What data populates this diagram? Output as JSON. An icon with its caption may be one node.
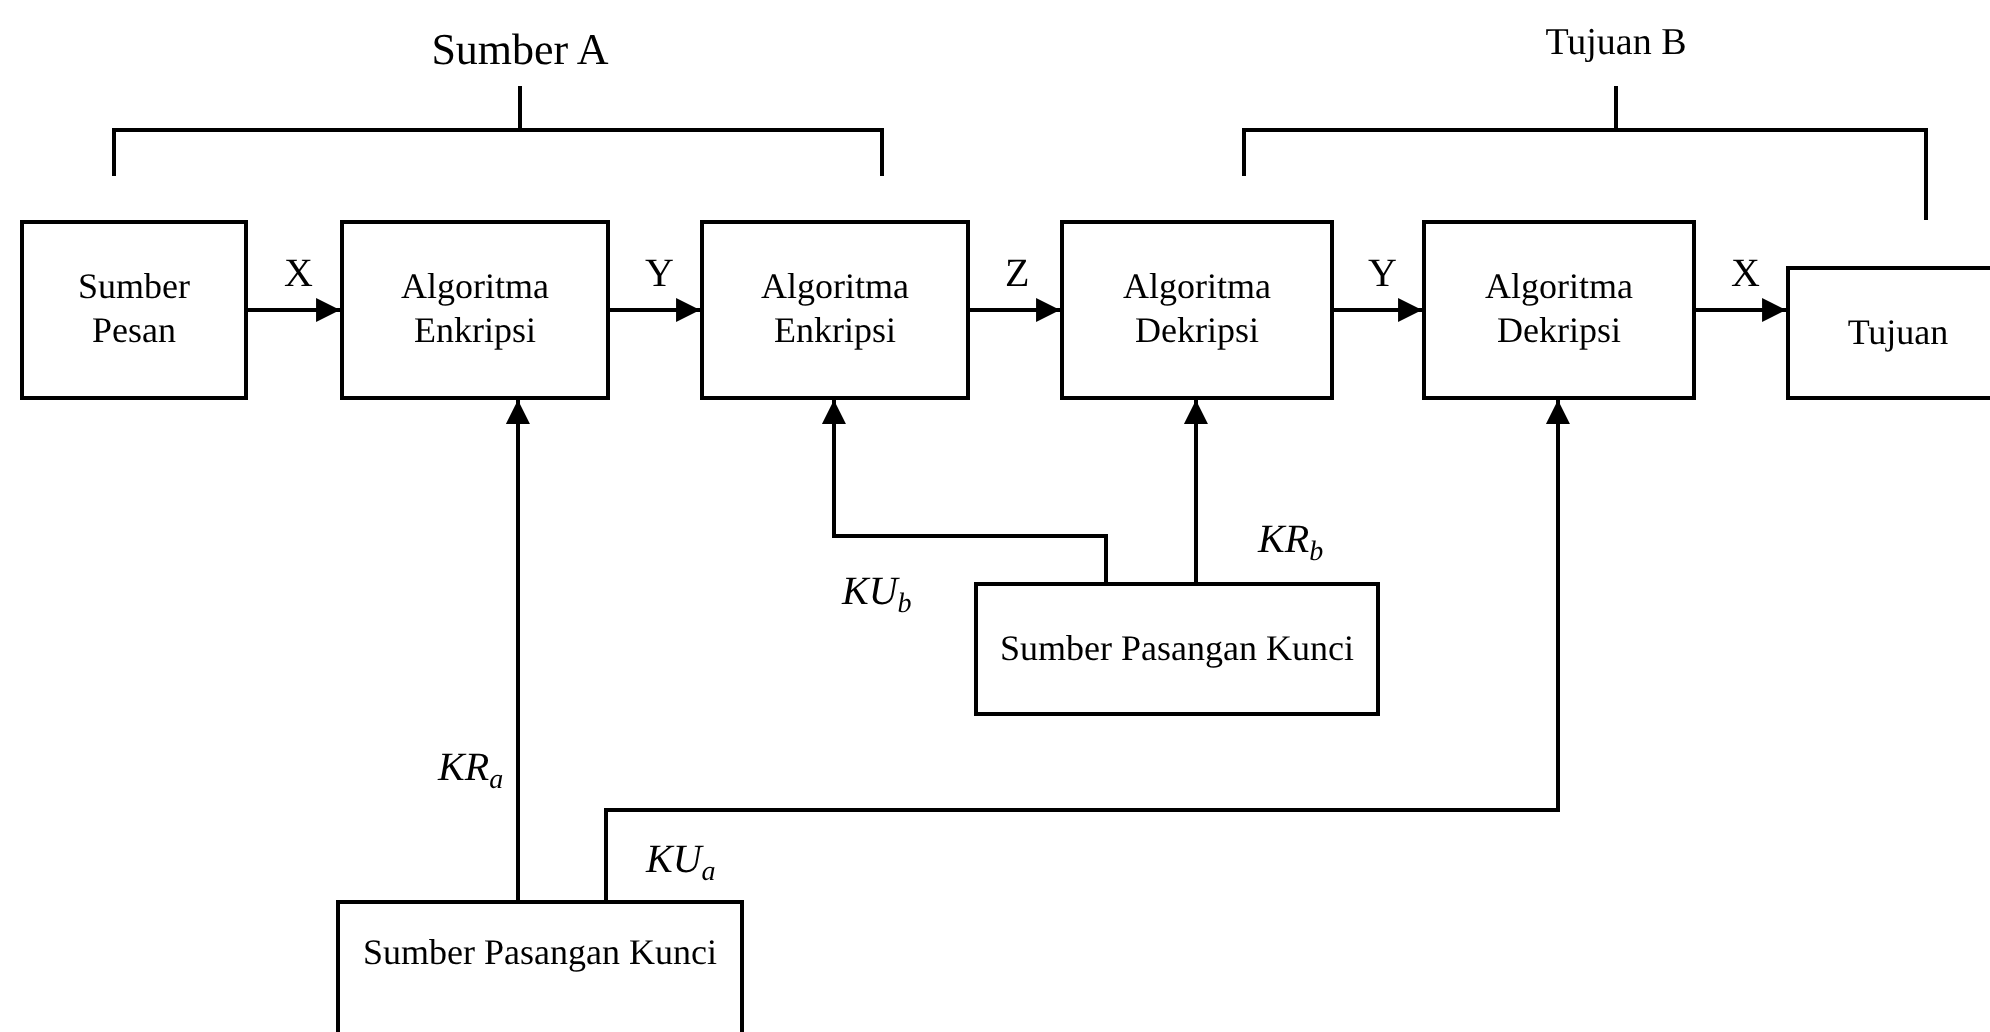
{
  "diagram": {
    "nodes": [
      {
        "text": [
          "Sumber Pesan"
        ]
      },
      {
        "text": [
          "Algoritma Enkripsi"
        ]
      },
      {
        "text": [
          "Algoritma Enkripsi"
        ]
      },
      {
        "text": [
          "Algoritma Dekripsi"
        ]
      },
      {
        "text": [
          "Algoritma Dekripsi"
        ]
      },
      {
        "text": [
          "Tujuan"
        ]
      },
      {
        "text": [
          "Sumber Pasangan Kunci"
        ]
      },
      {
        "text": [
          "Sumber Pasangan Kunci"
        ]
      }
    ],
    "edges": [
      {
        "from": 0,
        "to": 1,
        "arrow": "to",
        "label": "X"
      },
      {
        "from": 1,
        "to": 2,
        "arrow": "to",
        "label": "Y"
      },
      {
        "from": 2,
        "to": 3,
        "arrow": "to",
        "label": "Z"
      },
      {
        "from": 3,
        "to": 4,
        "arrow": "to",
        "label": "Y"
      },
      {
        "from": 4,
        "to": 5,
        "arrow": "to",
        "label": "X"
      },
      {
        "from": 6,
        "to": 2,
        "arrow": "to",
        "label": "KU$_{b}$"
      },
      {
        "from": 6,
        "to": 3,
        "arrow": "to",
        "label": "KR$_{b}$"
      },
      {
        "from": 7,
        "to": 1,
        "arrow": "to",
        "label": "KR$_{a}$"
      },
      {
        "from": 7,
        "to": 4,
        "arrow": "to",
        "label": "KU$_{a}$"
      }
    ],
    "labels": [
      "Sumber A",
      "Tujuan B"
    ]
  }
}
